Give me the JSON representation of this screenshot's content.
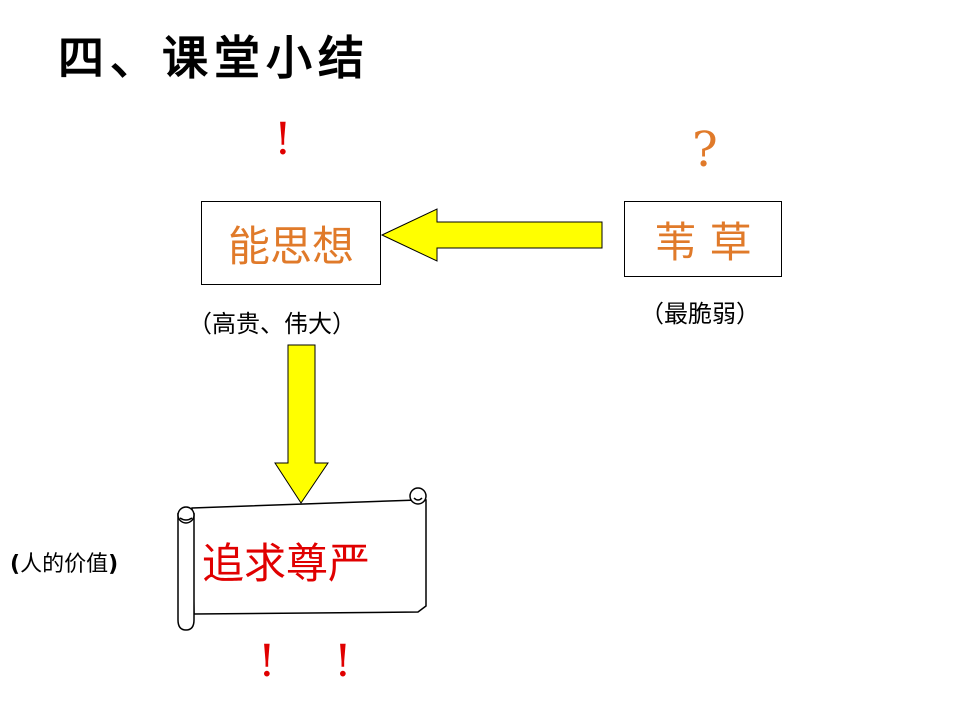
{
  "title": "四、课堂小结",
  "marks": {
    "top_left": "!",
    "top_right": "?",
    "bottom_1": "!",
    "bottom_2": "!"
  },
  "box_think": {
    "text": "能思想",
    "note": "（高贵、伟大）"
  },
  "box_reed": {
    "text": "苇 草",
    "note": "（最脆弱）"
  },
  "scroll": {
    "text": "追求尊严"
  },
  "side_label": {
    "open": "(",
    "text": "人的价值",
    "close": ")"
  },
  "colors": {
    "arrow_fill": "#ffff00",
    "accent_orange": "#e07a2a",
    "accent_red": "#e00000"
  }
}
